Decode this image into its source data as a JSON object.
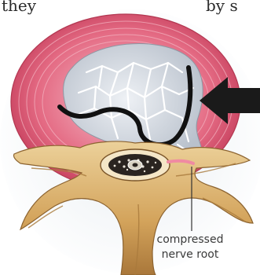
{
  "text_fragments": {
    "left": "they",
    "right": "by s"
  },
  "callout": {
    "line1": "compressed",
    "line2": "nerve root"
  },
  "colors": {
    "annulus": "#e2607a",
    "annulus_light": "#f3b1bf",
    "nucleus": "#d8dde5",
    "nucleus_cracks": "#ffffff",
    "bone": "#d9ad6a",
    "bone_shadow": "#a97a3c",
    "pointer_arrow": "#1a1a1a",
    "outline": "#111111"
  }
}
